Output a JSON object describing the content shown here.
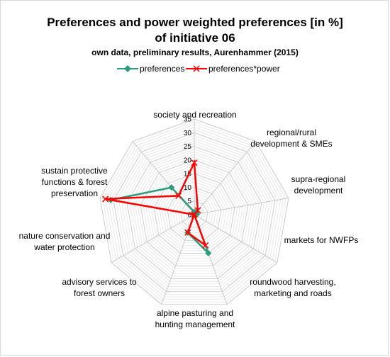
{
  "title": "Preferences and power weighted preferences  [in %]",
  "title_line2": "of initiative 06",
  "subtitle": "own data, preliminary results, Aurenhammer (2015)",
  "colors": {
    "preferences": "#2e9b7d",
    "preferences_power": "#ff0000",
    "grid": "#d0d0d0"
  },
  "chart_data": {
    "type": "radar",
    "title": "Preferences and power weighted preferences  [in %] of initiative 06",
    "subtitle": "own data, preliminary results, Aurenhammer (2015)",
    "rlim": [
      0,
      35
    ],
    "ticks": [
      "0",
      "5",
      "10",
      "15",
      "20",
      "25",
      "30",
      "35"
    ],
    "grid": true,
    "legend": "top",
    "categories": [
      [
        "society and recreation"
      ],
      [
        "regional/rural",
        "development & SMEs"
      ],
      [
        "supra-regional",
        "development"
      ],
      [
        "markets for NWFPs"
      ],
      [
        "roundwood harvesting,",
        "marketing and roads"
      ],
      [
        "alpine pasturing and",
        "hunting management"
      ],
      [
        "advisory services to",
        "forest owners"
      ],
      [
        "nature conservation and",
        "water protection"
      ],
      [
        "sustain protective",
        "functions & forest",
        "preservation"
      ]
    ],
    "series": [
      {
        "name": "preferences",
        "values": [
          1,
          1,
          1,
          0,
          15,
          7,
          0,
          31,
          13
        ]
      },
      {
        "name": "preferences*power",
        "values": [
          19,
          2,
          0,
          0,
          12,
          7,
          0,
          33,
          9
        ]
      }
    ]
  }
}
